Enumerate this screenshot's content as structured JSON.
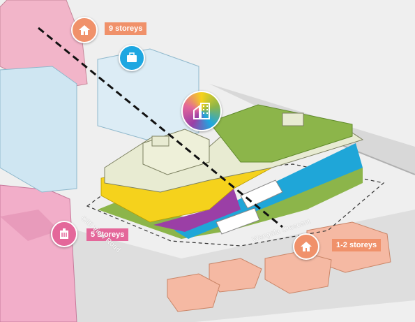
{
  "labels": {
    "nine_storeys": "9 storeys",
    "five_storeys": "5 storeys",
    "one_two_storeys": "1-2 storeys"
  },
  "roads": {
    "wongala_crescent": "Wongala Crescent",
    "cliff_view_road": "Cliff View Road"
  },
  "icons": {
    "residential": "house-icon",
    "commercial": "briefcase-icon",
    "community": "civic-building-icon",
    "mixed_use": "apartment-building-icon"
  },
  "colors": {
    "residential_orange": "#f0916a",
    "commercial_blue": "#1ea7e1",
    "community_pink": "#e4679a",
    "podium_yellow": "#f5d21c",
    "podium_blue": "#1fa6d8",
    "podium_purple": "#9b3fa6",
    "landscape_green": "#8cb54a"
  }
}
